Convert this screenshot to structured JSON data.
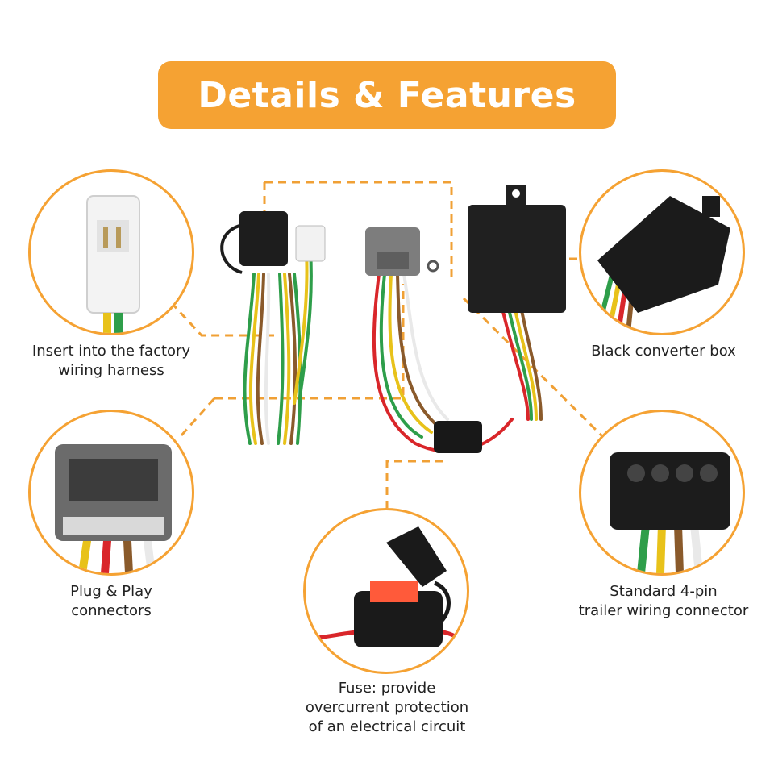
{
  "title": "Details & Features",
  "features": [
    {
      "id": "factory",
      "line1": "Insert into the factory",
      "line2": "wiring harness"
    },
    {
      "id": "converter",
      "line1": "Black converter box"
    },
    {
      "id": "plug",
      "line1": "Plug & Play",
      "line2": "connectors"
    },
    {
      "id": "trailer",
      "line1": "Standard 4-pin",
      "line2": "trailer wiring connector"
    },
    {
      "id": "fuse",
      "line1": "Fuse: provide",
      "line2": "overcurrent protection",
      "line3": "of an electrical circuit"
    }
  ],
  "colors": {
    "accent": "#f5a233",
    "dash": "#f0a035"
  },
  "icons": [
    "white-connector-icon",
    "black-box-icon",
    "gray-plug-icon",
    "four-pin-connector-icon",
    "fuse-holder-icon"
  ]
}
